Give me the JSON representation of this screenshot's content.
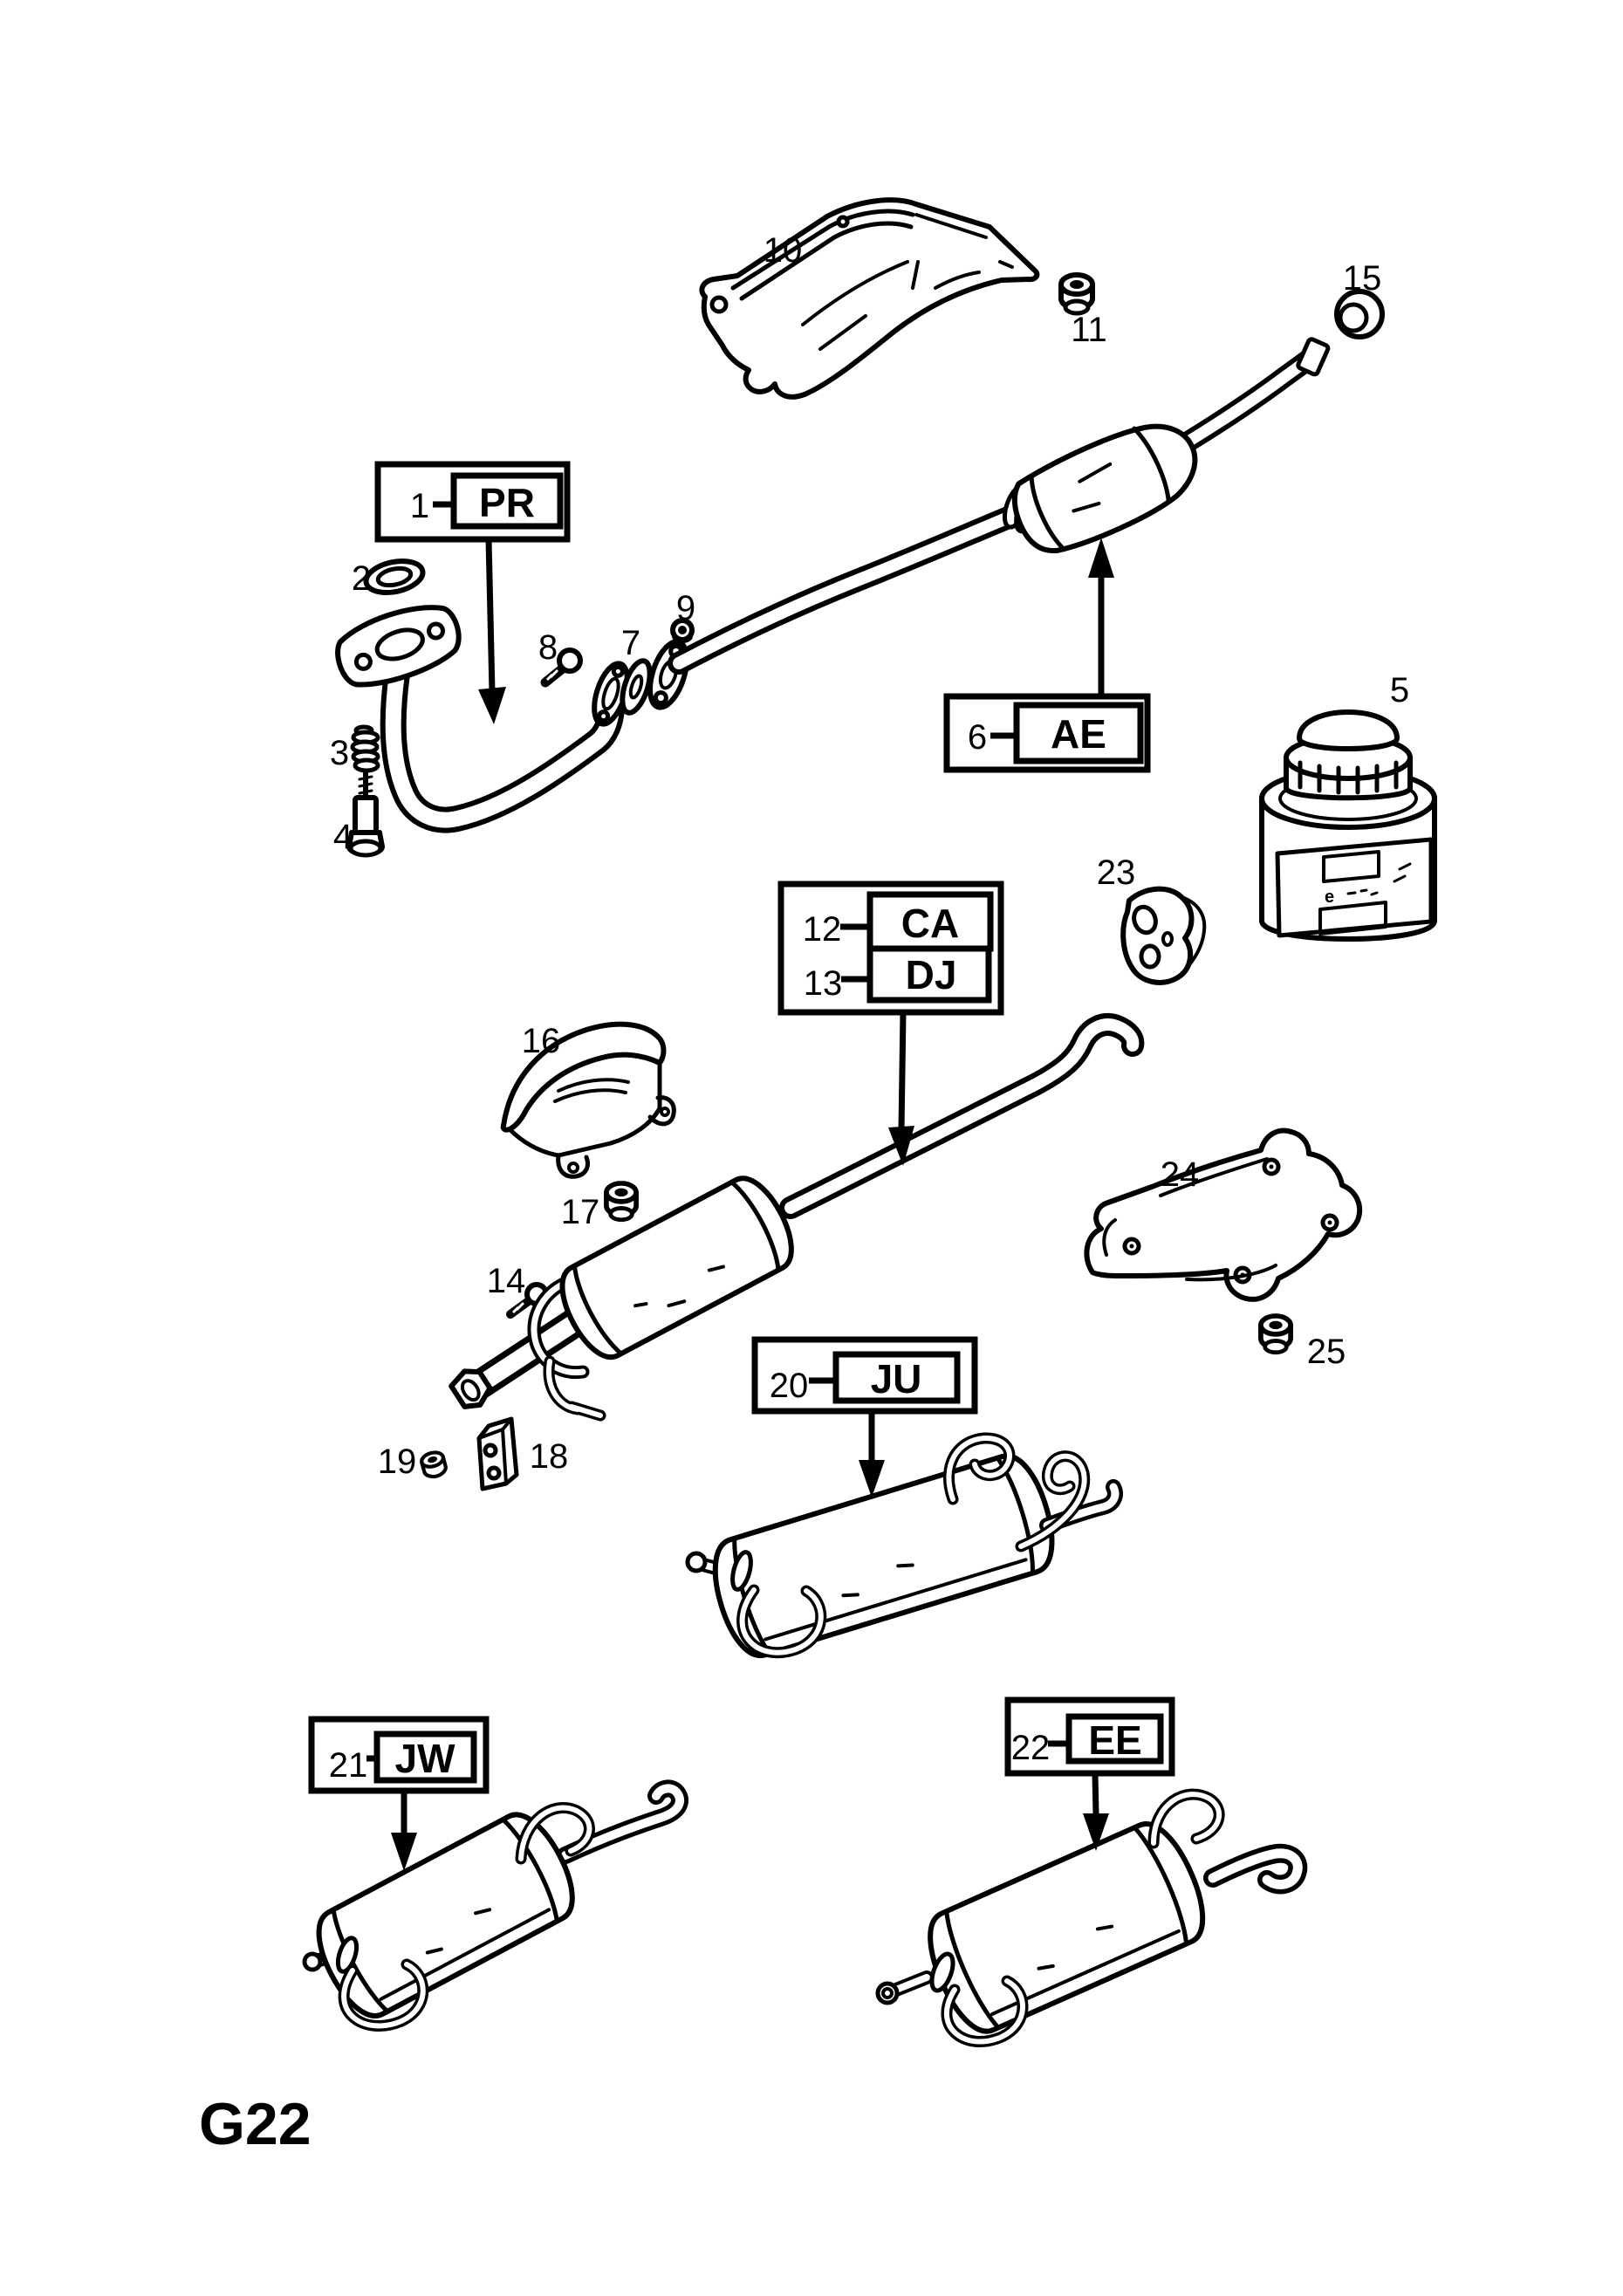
{
  "page": {
    "code": "G22"
  },
  "boxes": {
    "pr": {
      "number": "1",
      "code": "PR"
    },
    "ae": {
      "number": "6",
      "code": "AE"
    },
    "ca": {
      "number": "12",
      "code": "CA"
    },
    "dj": {
      "number": "13",
      "code": "DJ"
    },
    "ju": {
      "number": "20",
      "code": "JU"
    },
    "jw": {
      "number": "21",
      "code": "JW"
    },
    "ee": {
      "number": "22",
      "code": "EE"
    }
  },
  "callouts": {
    "manifold_gasket": "2",
    "spring": "3",
    "spring_bolt": "4",
    "paste_can": "5",
    "flange_gasket": "7",
    "flange_bolt": "8",
    "flange_nut": "9",
    "front_heat_shield": "10",
    "shield_nut_front": "11",
    "clamp_bolt": "14",
    "seal_ring": "15",
    "centre_heat_shield": "16",
    "shield_nut_mid": "17",
    "clamp_block": "18",
    "clamp_nut": "19",
    "rubber_mount": "23",
    "rear_bracket": "24",
    "bracket_nut": "25"
  },
  "can_mark": "e"
}
